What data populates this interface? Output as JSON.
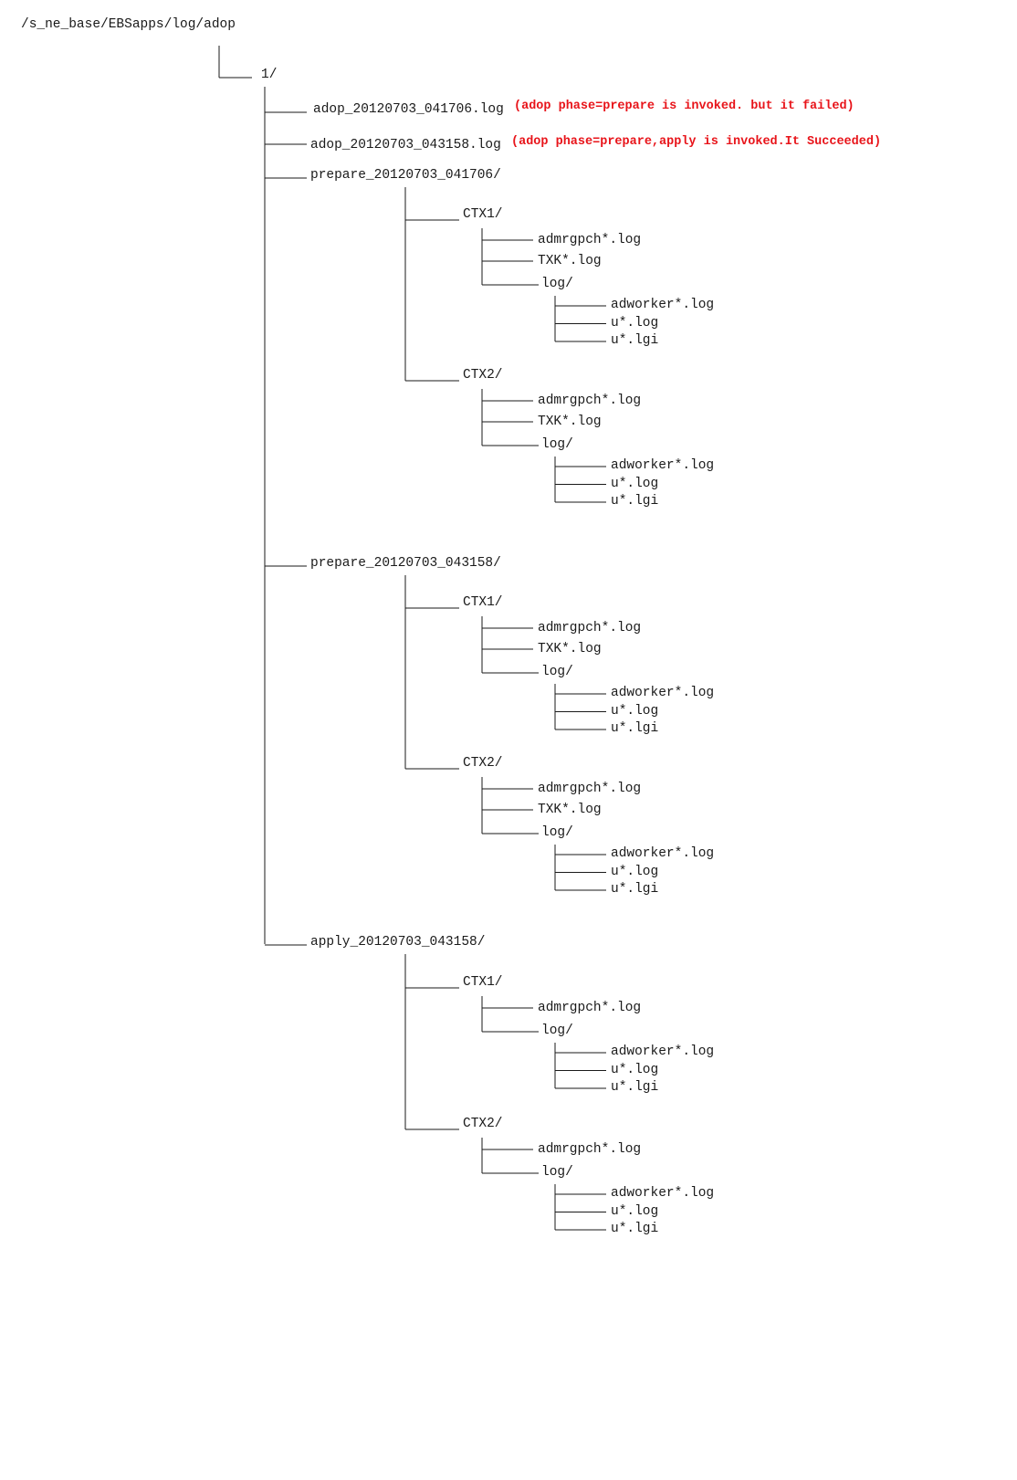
{
  "tree": {
    "root": "/s_ne_base/EBSapps/log/adop",
    "session": "1/",
    "files": [
      {
        "name": "adop_20120703_041706.log",
        "note": "(adop phase=prepare is invoked. but it failed)"
      },
      {
        "name": "adop_20120703_043158.log",
        "note": "(adop phase=prepare,apply is invoked.It Succeeded)"
      }
    ],
    "phases": [
      {
        "name": "prepare_20120703_041706/",
        "contexts": [
          {
            "name": "CTX1/",
            "files": [
              "admrgpch*.log",
              "TXK*.log"
            ],
            "log_dir": "log/",
            "log_files": [
              "adworker*.log",
              "u*.log",
              "u*.lgi"
            ]
          },
          {
            "name": "CTX2/",
            "files": [
              "admrgpch*.log",
              "TXK*.log"
            ],
            "log_dir": "log/",
            "log_files": [
              "adworker*.log",
              "u*.log",
              "u*.lgi"
            ]
          }
        ]
      },
      {
        "name": "prepare_20120703_043158/",
        "contexts": [
          {
            "name": "CTX1/",
            "files": [
              "admrgpch*.log",
              "TXK*.log"
            ],
            "log_dir": "log/",
            "log_files": [
              "adworker*.log",
              "u*.log",
              "u*.lgi"
            ]
          },
          {
            "name": "CTX2/",
            "files": [
              "admrgpch*.log",
              "TXK*.log"
            ],
            "log_dir": "log/",
            "log_files": [
              "adworker*.log",
              "u*.log",
              "u*.lgi"
            ]
          }
        ]
      },
      {
        "name": "apply_20120703_043158/",
        "contexts": [
          {
            "name": "CTX1/",
            "files": [
              "admrgpch*.log"
            ],
            "log_dir": "log/",
            "log_files": [
              "adworker*.log",
              "u*.log",
              "u*.lgi"
            ]
          },
          {
            "name": "CTX2/",
            "files": [
              "admrgpch*.log"
            ],
            "log_dir": "log/",
            "log_files": [
              "adworker*.log",
              "u*.log",
              "u*.lgi"
            ]
          }
        ]
      }
    ]
  },
  "colors": {
    "line": "#1a1a1a",
    "text": "#1a1a1a",
    "note": "#e8141a"
  }
}
